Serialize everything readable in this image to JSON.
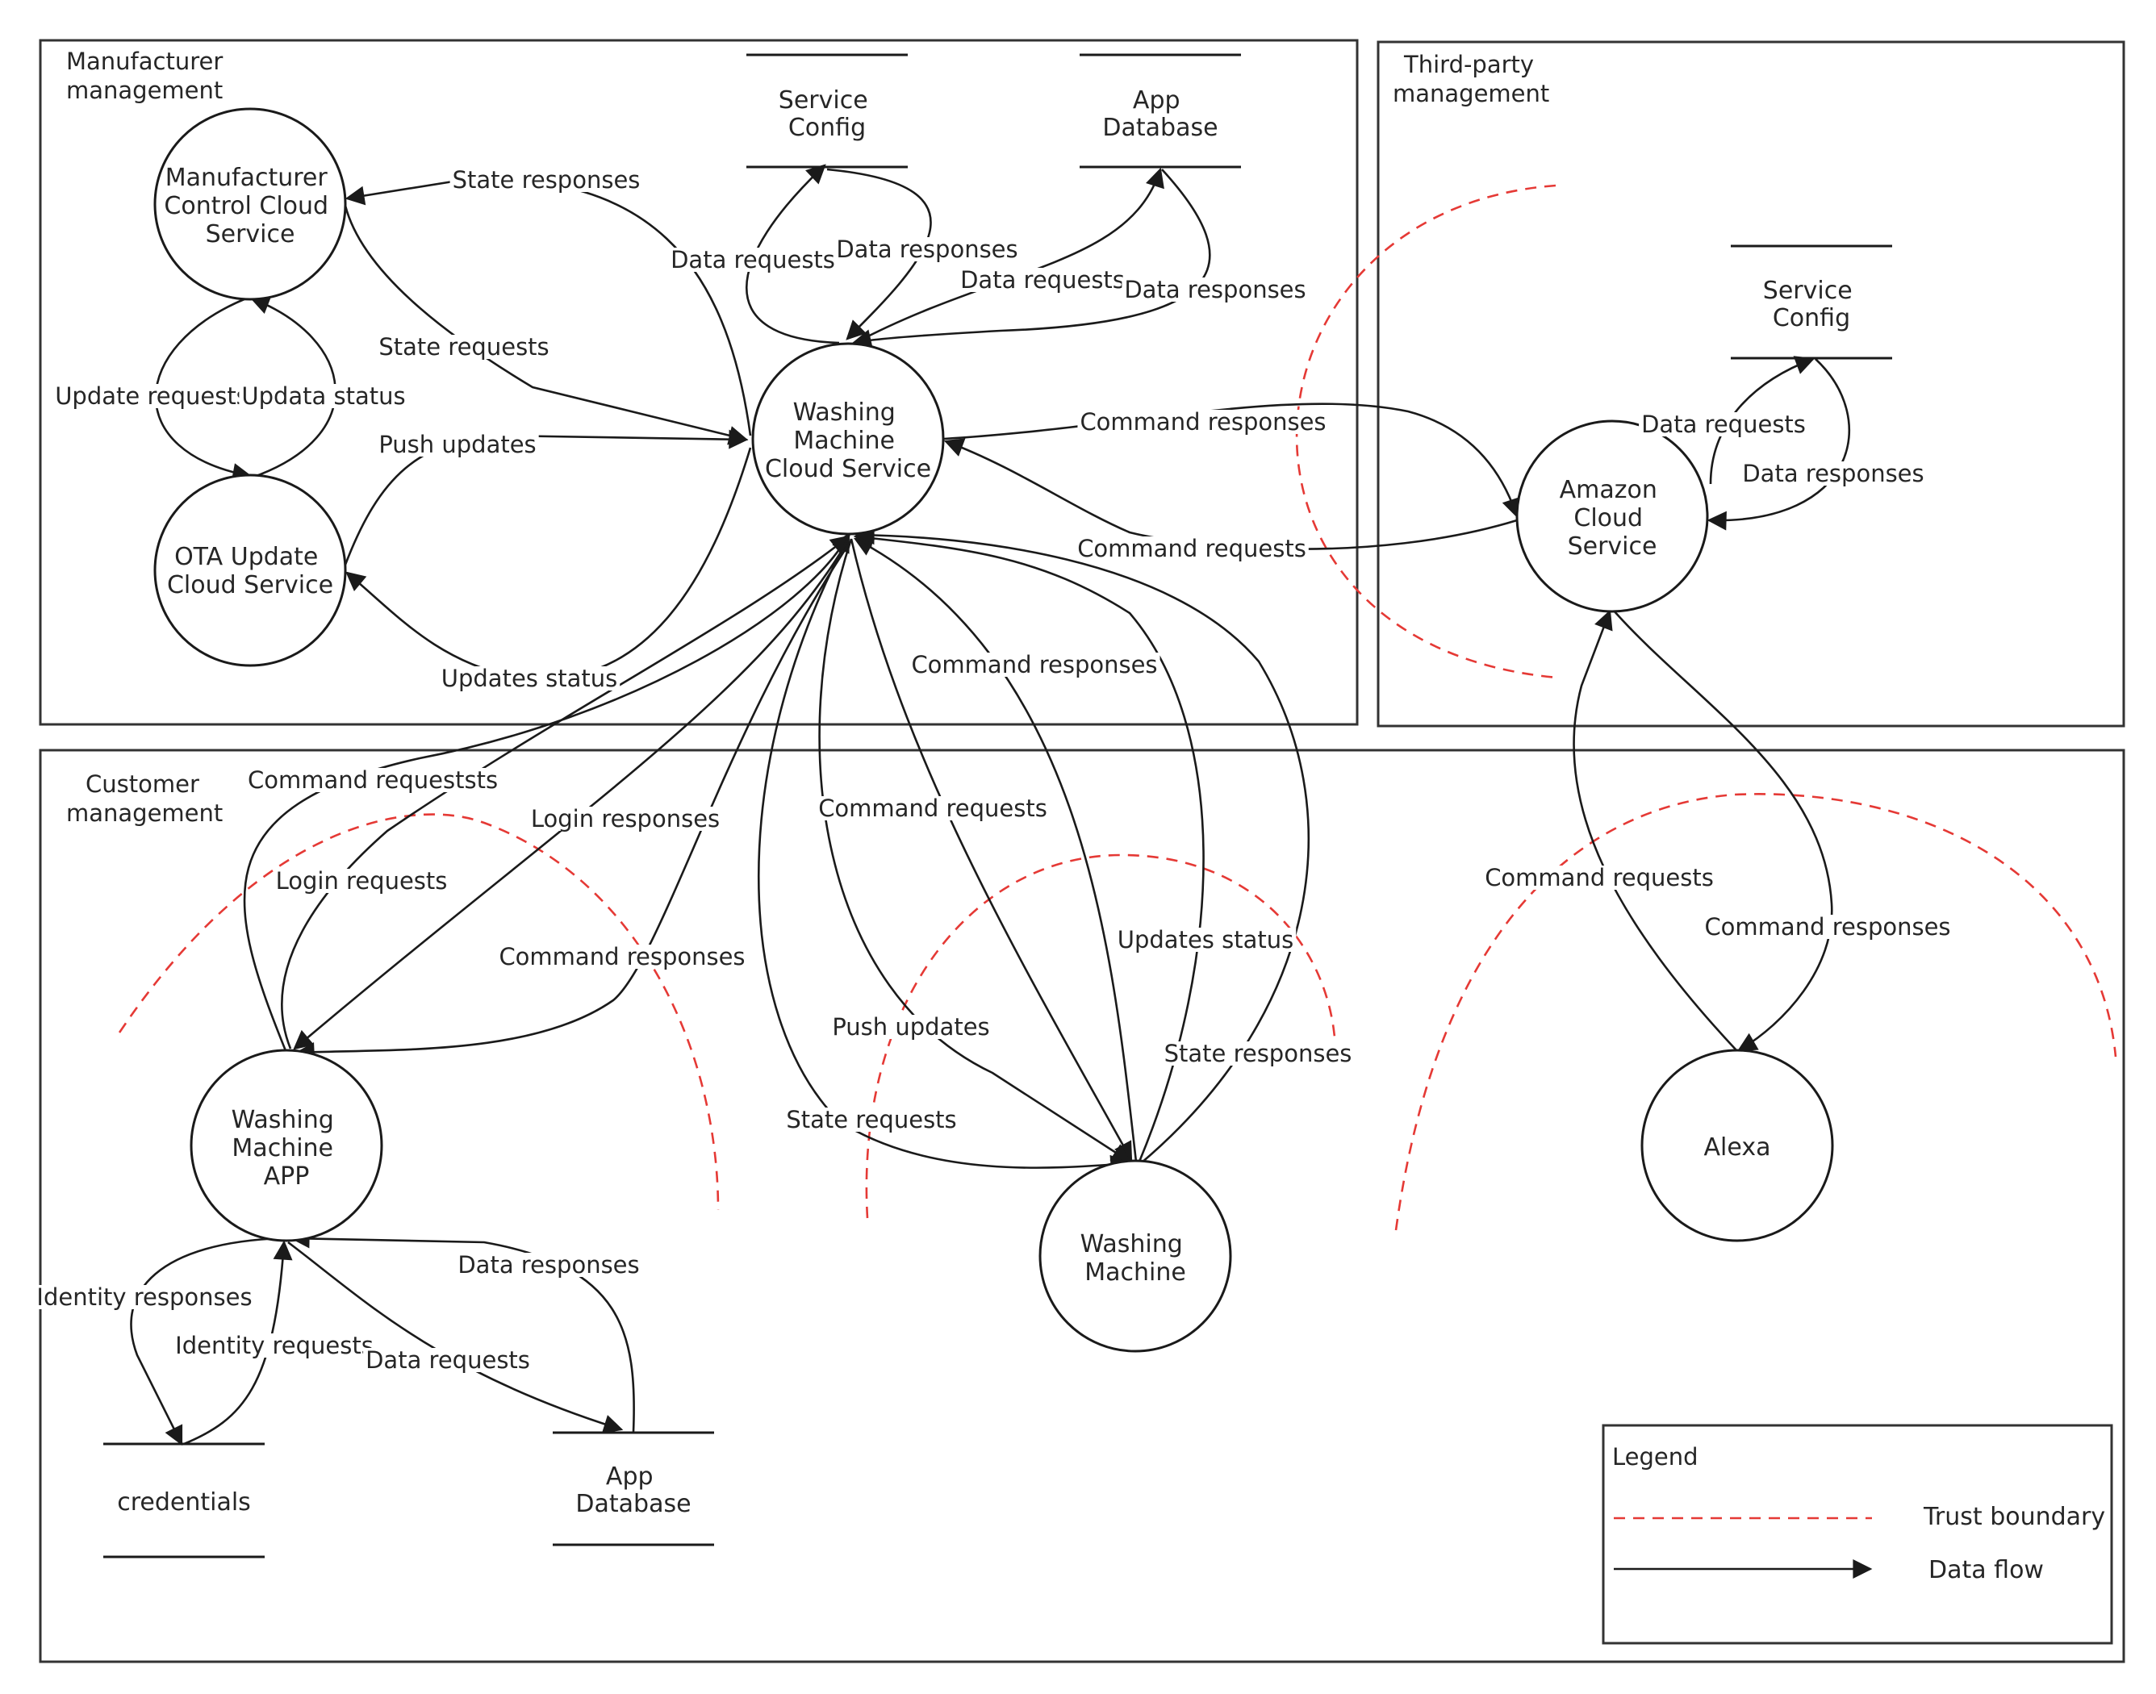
{
  "regions": [
    {
      "id": "manufacturer",
      "title_lines": [
        "Manufacturer",
        "management"
      ]
    },
    {
      "id": "thirdparty",
      "title_lines": [
        "Third-party",
        "management"
      ]
    },
    {
      "id": "customer",
      "title_lines": [
        "Customer",
        "management"
      ]
    }
  ],
  "processes": [
    {
      "id": "mccs",
      "lines": [
        "Manufacturer",
        "Control Cloud",
        "Service"
      ]
    },
    {
      "id": "ota",
      "lines": [
        "OTA Update",
        "Cloud Service"
      ]
    },
    {
      "id": "wmcs",
      "lines": [
        "Washing",
        "Machine",
        "Cloud Service"
      ]
    },
    {
      "id": "amazon",
      "lines": [
        "Amazon",
        "Cloud",
        "Service"
      ]
    },
    {
      "id": "wmapp",
      "lines": [
        "Washing",
        "Machine",
        "APP"
      ]
    },
    {
      "id": "washer",
      "lines": [
        "Washing",
        "Machine"
      ]
    },
    {
      "id": "alexa",
      "lines": [
        "Alexa"
      ]
    }
  ],
  "data_stores": [
    {
      "id": "svc_config_mfr",
      "lines": [
        "Service",
        "Config"
      ]
    },
    {
      "id": "app_db_mfr",
      "lines": [
        "App",
        "Database"
      ]
    },
    {
      "id": "svc_config_3p",
      "lines": [
        "Service",
        "Config"
      ]
    },
    {
      "id": "credentials",
      "lines": [
        "credentials"
      ]
    },
    {
      "id": "app_db_cust",
      "lines": [
        "App",
        "Database"
      ]
    }
  ],
  "flows": [
    {
      "id": "f_state_resp_mccs",
      "label": "State responses"
    },
    {
      "id": "f_state_req_mccs",
      "label": "State requests"
    },
    {
      "id": "f_update_req",
      "label": "Update requests"
    },
    {
      "id": "f_update_status",
      "label": "Updata status"
    },
    {
      "id": "f_push_updates_ota",
      "label": "Push updates"
    },
    {
      "id": "f_updates_status_ota",
      "label": "Updates status"
    },
    {
      "id": "f_data_req_cfg",
      "label": "Data requests"
    },
    {
      "id": "f_data_resp_cfg",
      "label": "Data responses"
    },
    {
      "id": "f_data_req_db",
      "label": "Data requests"
    },
    {
      "id": "f_data_resp_db",
      "label": "Data responses"
    },
    {
      "id": "f_cmd_resp_amz",
      "label": "Command responses"
    },
    {
      "id": "f_cmd_req_amz",
      "label": "Command requests"
    },
    {
      "id": "f_data_req_3p",
      "label": "Data requests"
    },
    {
      "id": "f_data_resp_3p",
      "label": "Data responses"
    },
    {
      "id": "f_cmd_req_alexa",
      "label": "Command requests"
    },
    {
      "id": "f_cmd_resp_alexa",
      "label": "Command responses"
    },
    {
      "id": "f_cmd_req_app",
      "label": "Command requeststs"
    },
    {
      "id": "f_login_req",
      "label": "Login requests"
    },
    {
      "id": "f_login_resp",
      "label": "Login responses"
    },
    {
      "id": "f_cmd_resp_app",
      "label": "Command responses"
    },
    {
      "id": "f_cmd_req_wm",
      "label": "Command requests"
    },
    {
      "id": "f_cmd_resp_wm",
      "label": "Command responses"
    },
    {
      "id": "f_updates_status_wm",
      "label": "Updates status"
    },
    {
      "id": "f_push_updates_wm",
      "label": "Push updates"
    },
    {
      "id": "f_state_req_wm",
      "label": "State requests"
    },
    {
      "id": "f_state_resp_wm",
      "label": "State responses"
    },
    {
      "id": "f_identity_resp",
      "label": "Identity responses"
    },
    {
      "id": "f_identity_req",
      "label": "Identity requests"
    },
    {
      "id": "f_data_req_appdb",
      "label": "Data requests"
    },
    {
      "id": "f_data_resp_appdb",
      "label": "Data responses"
    }
  ],
  "legend": {
    "title": "Legend",
    "trust_boundary": "Trust boundary",
    "data_flow": "Data flow"
  },
  "colors": {
    "trust_boundary": "#e53935",
    "stroke": "#1a1a1a",
    "background": "#ffffff"
  }
}
